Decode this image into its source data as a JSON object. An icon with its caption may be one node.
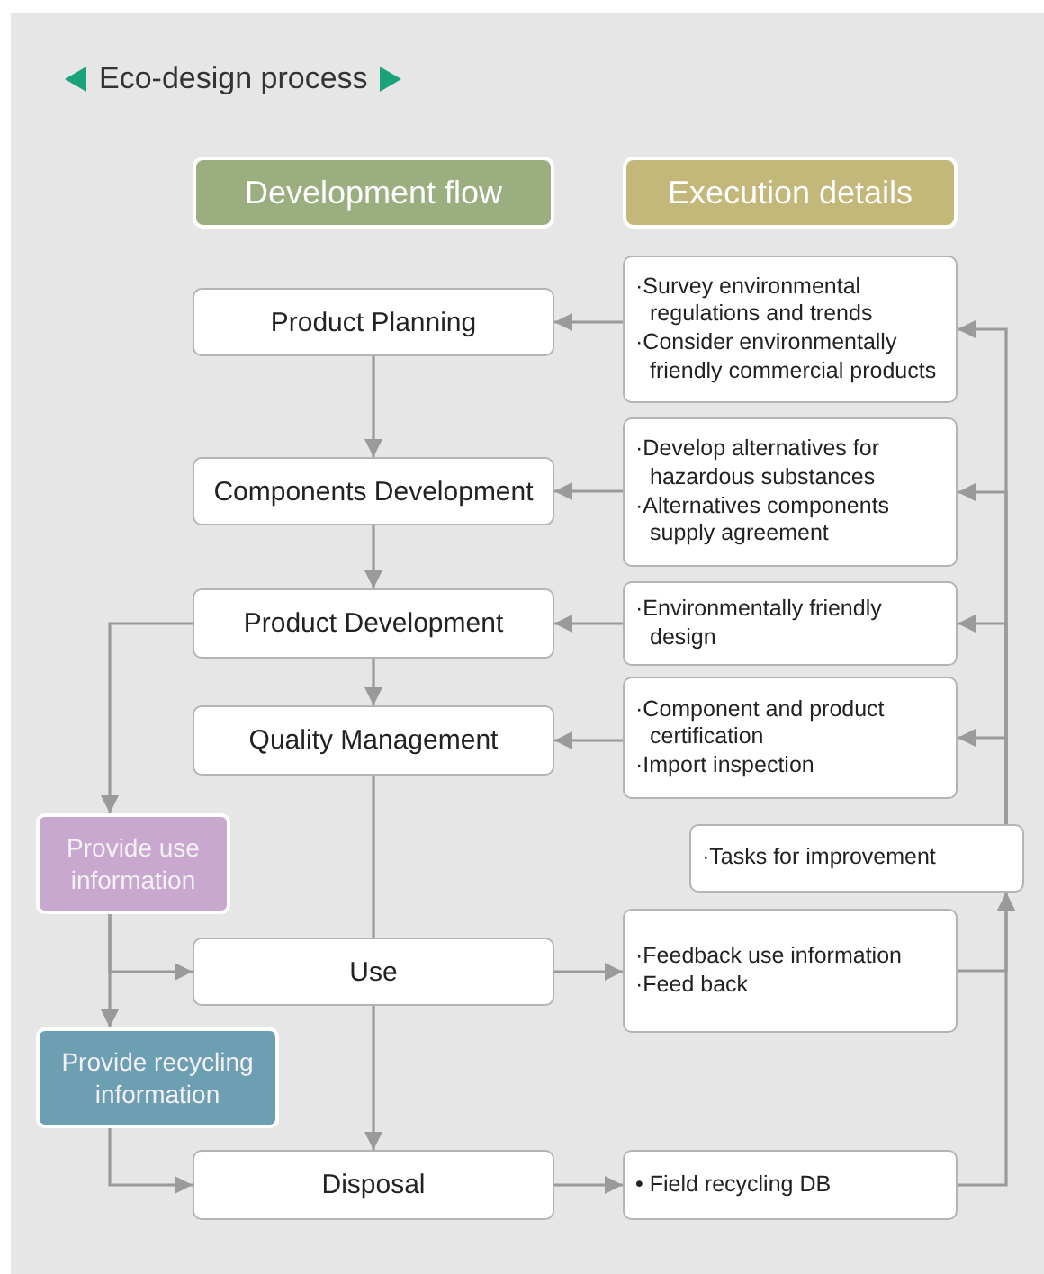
{
  "diagram": {
    "title": "Eco-design process",
    "nodes": [
      {
        "text": [
          "Development flow"
        ]
      },
      {
        "text": [
          "Execution details"
        ]
      },
      {
        "text": [
          "Product Planning"
        ]
      },
      {
        "text": [
          "·Survey environmental regulations and trends",
          "·Consider environmentally friendly commercial products"
        ]
      },
      {
        "text": [
          "Components Development"
        ]
      },
      {
        "text": [
          "·Develop alternatives for hazardous substances",
          "·Alternatives components supply agreement"
        ]
      },
      {
        "text": [
          "Product Development"
        ]
      },
      {
        "text": [
          "·Environmentally friendly design"
        ]
      },
      {
        "text": [
          "Quality Management"
        ]
      },
      {
        "text": [
          "·Component and product certification",
          "·Import inspection"
        ]
      },
      {
        "text": [
          "Provide use information"
        ]
      },
      {
        "text": [
          "·Tasks for improvement"
        ]
      },
      {
        "text": [
          "Use"
        ]
      },
      {
        "text": [
          "·Feedback use information",
          "·Feed back"
        ]
      },
      {
        "text": [
          "Provide recycling information"
        ]
      },
      {
        "text": [
          "Disposal"
        ]
      },
      {
        "text": [
          "• Field recycling DB"
        ]
      }
    ],
    "edges": [
      {
        "from": 2,
        "to": 4,
        "arrow": "to"
      },
      {
        "from": 4,
        "to": 6,
        "arrow": "to"
      },
      {
        "from": 6,
        "to": 8,
        "arrow": "to"
      },
      {
        "from": 8,
        "to": 12,
        "arrow": "none"
      },
      {
        "from": 12,
        "to": 15,
        "arrow": "to"
      },
      {
        "from": 3,
        "to": 2,
        "arrow": "to"
      },
      {
        "from": 5,
        "to": 4,
        "arrow": "to"
      },
      {
        "from": 7,
        "to": 6,
        "arrow": "to"
      },
      {
        "from": 9,
        "to": 8,
        "arrow": "to"
      },
      {
        "from": 6,
        "to": 10,
        "arrow": "to"
      },
      {
        "from": 10,
        "to": 12,
        "arrow": "to"
      },
      {
        "from": 10,
        "to": 14,
        "arrow": "to"
      },
      {
        "from": 14,
        "to": 15,
        "arrow": "to"
      },
      {
        "from": 12,
        "to": 13,
        "arrow": "to"
      },
      {
        "from": 15,
        "to": 16,
        "arrow": "to"
      },
      {
        "from": 13,
        "to": 11,
        "arrow": "to"
      },
      {
        "from": 16,
        "to": 11,
        "arrow": "to"
      },
      {
        "from": 11,
        "to": 3,
        "arrow": "to"
      },
      {
        "from": 11,
        "to": 5,
        "arrow": "to"
      },
      {
        "from": 11,
        "to": 7,
        "arrow": "to"
      },
      {
        "from": 11,
        "to": 9,
        "arrow": "to"
      }
    ]
  }
}
